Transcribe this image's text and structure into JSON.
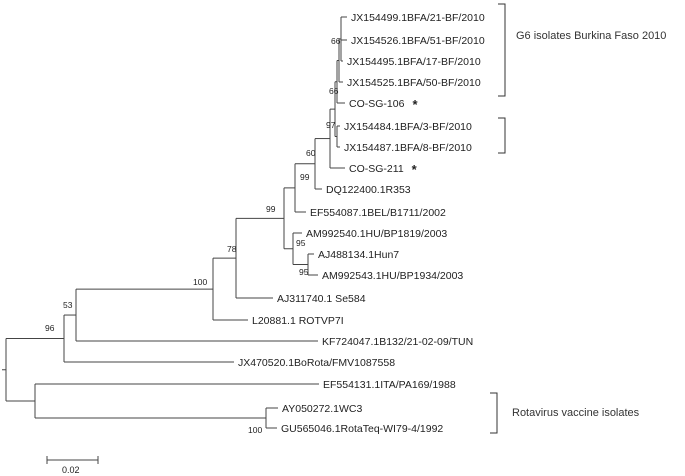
{
  "tree": {
    "leaves": [
      {
        "id": "l1",
        "label": "JX154499.1BFA/21-BF/2010",
        "marker": ""
      },
      {
        "id": "l2",
        "label": "JX154526.1BFA/51-BF/2010",
        "marker": ""
      },
      {
        "id": "l3",
        "label": "JX154495.1BFA/17-BF/2010",
        "marker": ""
      },
      {
        "id": "l4",
        "label": "JX154525.1BFA/50-BF/2010",
        "marker": ""
      },
      {
        "id": "l5",
        "label": "CO-SG-106",
        "marker": "*"
      },
      {
        "id": "l6",
        "label": "JX154484.1BFA/3-BF/2010",
        "marker": ""
      },
      {
        "id": "l7",
        "label": "JX154487.1BFA/8-BF/2010",
        "marker": ""
      },
      {
        "id": "l8",
        "label": "CO-SG-211",
        "marker": "*"
      },
      {
        "id": "l9",
        "label": "DQ122400.1R353",
        "marker": ""
      },
      {
        "id": "l10",
        "label": "EF554087.1BEL/B1711/2002",
        "marker": ""
      },
      {
        "id": "l11",
        "label": "AM992540.1HU/BP1819/2003",
        "marker": ""
      },
      {
        "id": "l12",
        "label": "AJ488134.1Hun7",
        "marker": ""
      },
      {
        "id": "l13",
        "label": "AM992543.1HU/BP1934/2003",
        "marker": ""
      },
      {
        "id": "l14",
        "label": "AJ311740.1 Se584",
        "marker": ""
      },
      {
        "id": "l15",
        "label": "L20881.1 ROTVP7I",
        "marker": ""
      },
      {
        "id": "l16",
        "label": "KF724047.1B132/21-02-09/TUN",
        "marker": ""
      },
      {
        "id": "l17",
        "label": "JX470520.1BoRota/FMV1087558",
        "marker": ""
      },
      {
        "id": "l18",
        "label": "EF554131.1ITA/PA169/1988",
        "marker": ""
      },
      {
        "id": "l19",
        "label": "AY050272.1WC3",
        "marker": ""
      },
      {
        "id": "l20",
        "label": "GU565046.1RotaTeq-WI79-4/1992",
        "marker": ""
      }
    ],
    "bootstrap": {
      "n66a": "66",
      "n66b": "66",
      "n97": "97",
      "n60": "60",
      "n99a": "99",
      "n99b": "99",
      "n95": "95",
      "n95b": "95",
      "n78": "78",
      "n100a": "100",
      "n53": "53",
      "n96": "96",
      "n100b": "100"
    },
    "groups": [
      {
        "id": "g6",
        "label": "G6 isolates  Burkina Faso 2010"
      },
      {
        "id": "g6b",
        "label": ""
      },
      {
        "id": "vac",
        "label": "Rotavirus  vaccine isolates"
      }
    ],
    "scale_bar": {
      "value": 0.02,
      "label": "0.02"
    }
  }
}
